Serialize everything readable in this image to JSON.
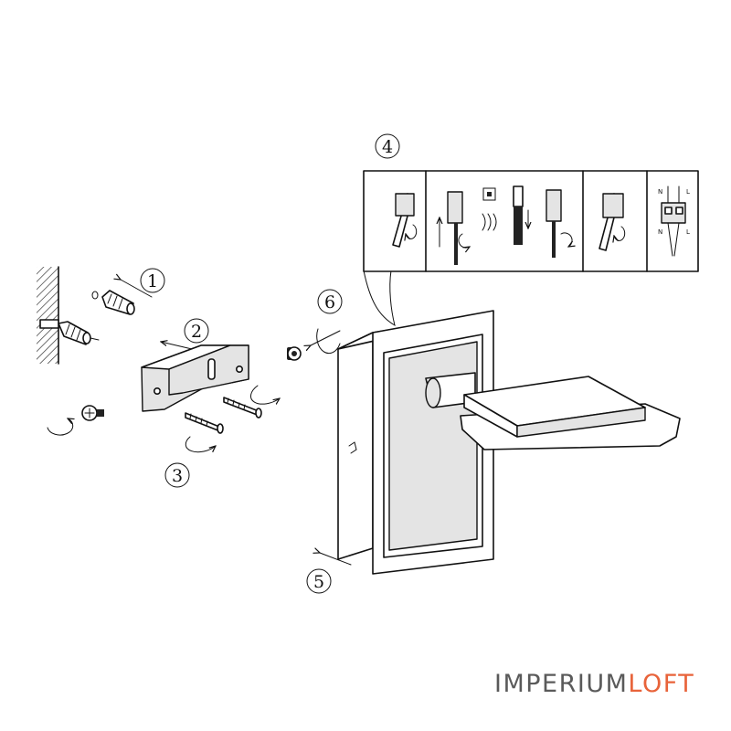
{
  "steps": [
    {
      "label": "1"
    },
    {
      "label": "2"
    },
    {
      "label": "3"
    },
    {
      "label": "4"
    },
    {
      "label": "5"
    },
    {
      "label": "6"
    }
  ],
  "wiring_panel": {
    "terminal_labels": [
      "N",
      "L",
      "N",
      "L"
    ]
  },
  "watermark": {
    "part1": "IMPERIUM",
    "part2": "LOFT",
    "colors": {
      "part1": "#5a5a5a",
      "part2": "#e8633a"
    }
  }
}
